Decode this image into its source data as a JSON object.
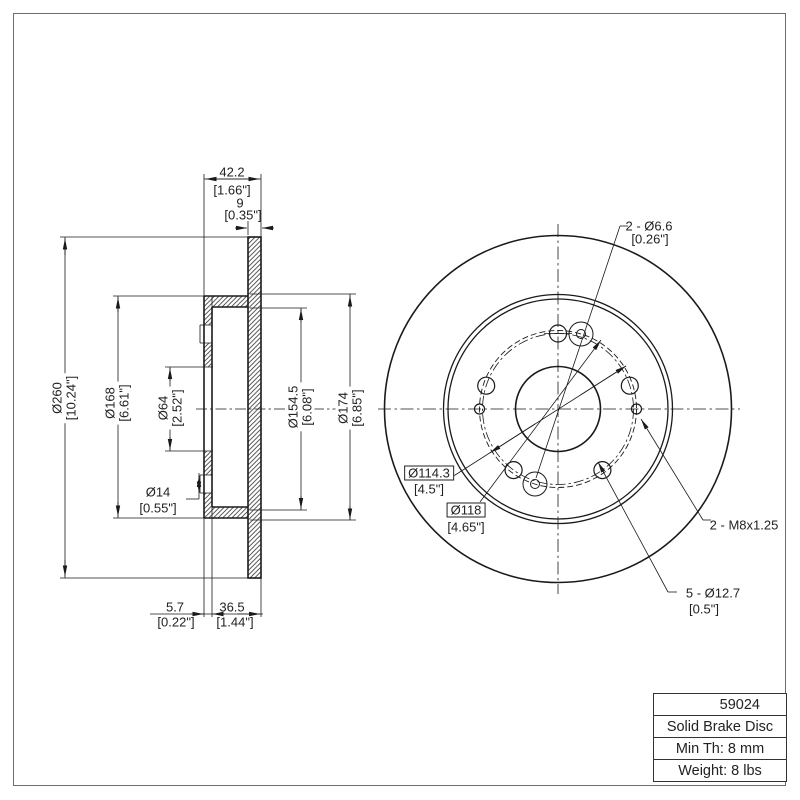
{
  "section_view": {
    "overall_width_mm": "42.2",
    "overall_width_in": "[1.66\"]",
    "disc_thickness_mm": "9",
    "disc_thickness_in": "[0.35\"]",
    "outer_diameter_mm": "Ø260",
    "outer_diameter_in": "[10.24\"]",
    "flange_diameter_mm": "Ø168",
    "flange_diameter_in": "[6.61\"]",
    "center_bore_mm": "Ø64",
    "center_bore_in": "[2.52\"]",
    "inner_diameter_mm": "Ø154.5",
    "inner_diameter_in": "[6.08\"]",
    "hat_diameter_mm": "Ø174",
    "hat_diameter_in": "[6.85\"]",
    "bolt_hole_mm": "Ø14",
    "bolt_hole_in": "[0.55\"]",
    "flange_thickness_mm": "5.7",
    "flange_thickness_in": "[0.22\"]",
    "hat_depth_mm": "36.5",
    "hat_depth_in": "[1.44\"]"
  },
  "front_view": {
    "pin_holes_mm": "2 - Ø6.6",
    "pin_holes_in": "[0.26\"]",
    "bolt_circle_mm": "Ø114.3",
    "bolt_circle_in": "[4.5\"]",
    "aux_circle_mm": "Ø118",
    "aux_circle_in": "[4.65\"]",
    "thread_spec": "2 - M8x1.25",
    "lug_holes_mm": "5 - Ø12.7",
    "lug_holes_in": "[0.5\"]"
  },
  "title_block": {
    "part_number": "59024",
    "product_type": "Solid Brake Disc",
    "min_thickness": "Min Th: 8 mm",
    "weight": "Weight: 8 lbs"
  }
}
